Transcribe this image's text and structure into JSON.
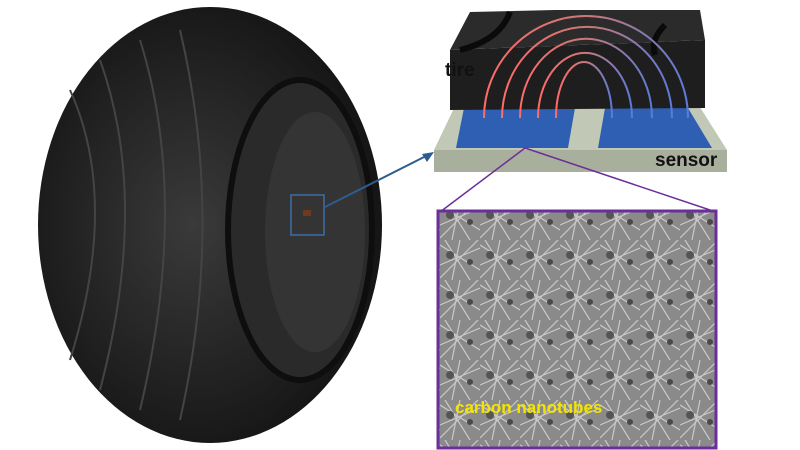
{
  "labels": {
    "tire": "tire",
    "sensor": "sensor",
    "inset": "carbon nanotubes"
  },
  "colors": {
    "tire_rubber": "#1c1c1c",
    "sensor_substrate": "#b9bfae",
    "electrode": "#2f5fb3",
    "inset_border": "#6a2f9a",
    "callout_arrow": "#2d5d8f",
    "inset_label": "#f4e500"
  }
}
